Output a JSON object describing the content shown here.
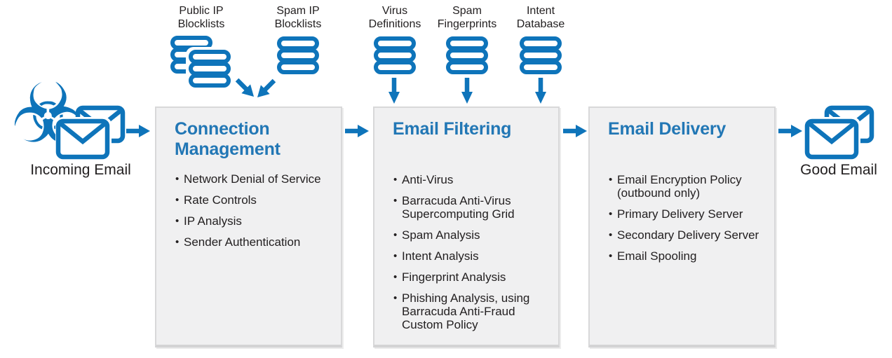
{
  "sources": [
    {
      "label": "Public IP\nBlocklists"
    },
    {
      "label": "Spam IP\nBlocklists"
    },
    {
      "label": "Virus\nDefinitions"
    },
    {
      "label": "Spam\nFingerprints"
    },
    {
      "label": "Intent\nDatabase"
    }
  ],
  "input_label": "Incoming Email",
  "output_label": "Good Email",
  "stages": [
    {
      "title": "Connection Management",
      "items": [
        "Network Denial of Service",
        "Rate Controls",
        "IP Analysis",
        "Sender Authentication"
      ]
    },
    {
      "title": "Email Filtering",
      "items": [
        "Anti-Virus",
        "Barracuda Anti-Virus\nSupercomputing Grid",
        "Spam Analysis",
        "Intent Analysis",
        "Fingerprint Analysis",
        "Phishing Analysis, using\nBarracuda Anti-Fraud\nCustom Policy"
      ]
    },
    {
      "title": "Email Delivery",
      "items": [
        "Email Encryption Policy\n(outbound only)",
        "Primary Delivery Server",
        "Secondary Delivery Server",
        "Email Spooling"
      ]
    }
  ],
  "colors": {
    "icon_blue": "#0e74ba",
    "title_blue": "#2277b5",
    "text": "#232021",
    "box_fill": "#f0f0f1",
    "box_border": "#d8d8d9"
  }
}
